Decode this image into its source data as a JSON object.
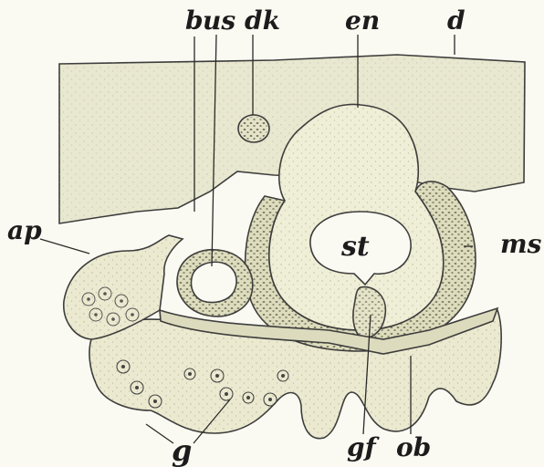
{
  "labels": {
    "b": "b",
    "us": "us",
    "dk": "dk",
    "en": "en",
    "d": "d",
    "ap": "ap",
    "st": "st",
    "ms": "ms",
    "g": "g",
    "gf": "gf",
    "ob": "ob"
  },
  "colors": {
    "background": "#fbfaf2",
    "tissue": "#ecebd2",
    "tissue_dark": "#e2e1c4",
    "outline": "#3d3d3d",
    "stipple": "#6b6b55"
  }
}
